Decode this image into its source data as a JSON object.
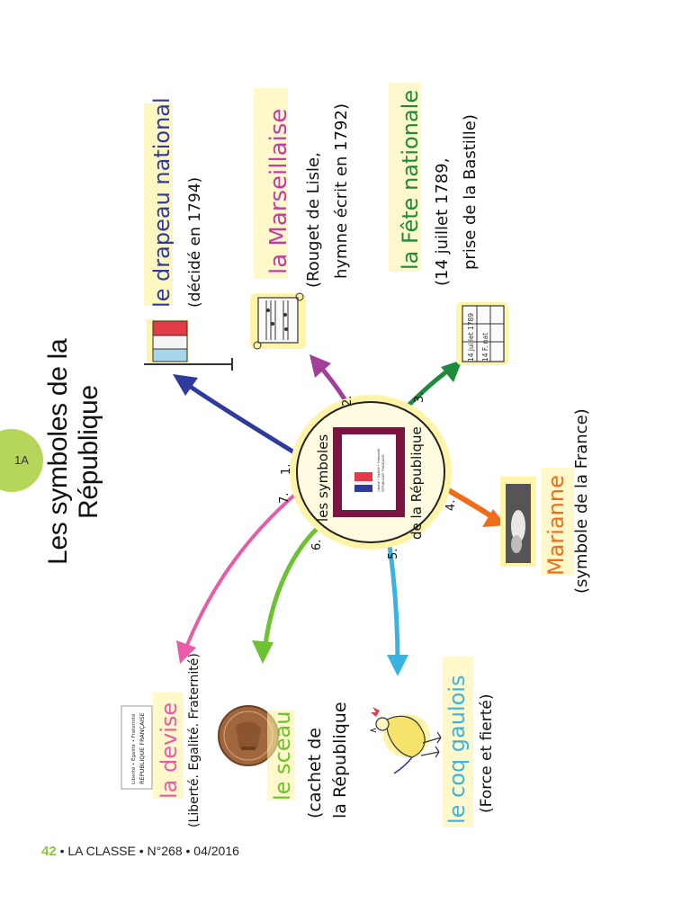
{
  "page": {
    "title": "Les symboles de la République",
    "section_tab": "1A",
    "footer": {
      "page_number": "42",
      "text": " • LA CLASSE • N°268 • 04/2016"
    }
  },
  "center": {
    "line1": "les symboles",
    "line2": "de la République"
  },
  "flag_mini": {
    "line1": "Liberté • Égalité • Fraternité",
    "line2": "RÉPUBLIQUE FRANÇAISE"
  },
  "devise_card": {
    "line1": "Liberté • Égalité • Fraternité",
    "line2": "RÉPUBLIQUE FRANÇAISE"
  },
  "calendar": {
    "line1": "14 juillet 1789",
    "line2": "14 F. nat"
  },
  "branches": [
    {
      "number": "1.",
      "title": "le drapeau national",
      "detail_1": "(décidé en 1794)",
      "detail_2": "",
      "color": "#2e3a9e"
    },
    {
      "number": "2.",
      "title": "la Marseillaise",
      "detail_1": "(Rouget de Lisle,",
      "detail_2": "hymne écrit en 1792)",
      "color": "#a13f9a"
    },
    {
      "number": "3.",
      "title": "la Fête nationale",
      "detail_1": "(14 juillet 1789,",
      "detail_2": "prise de la Bastille)",
      "color": "#1e8a3e"
    },
    {
      "number": "4.",
      "title": "Marianne",
      "detail_1": "(symbole de la France)",
      "detail_2": "",
      "color": "#ef6c1a"
    },
    {
      "number": "5.",
      "title": "le coq gaulois",
      "detail_1": "(Force et fierté)",
      "detail_2": "",
      "color": "#3bb3e0"
    },
    {
      "number": "6.",
      "title": "le sceau",
      "detail_1": "(cachet de",
      "detail_2": "la République",
      "color": "#6cc231"
    },
    {
      "number": "7.",
      "title": "la devise",
      "detail_1": "(Liberté. Egalité. Fraternité)",
      "detail_2": "",
      "color": "#e75ba8"
    }
  ],
  "colors": {
    "highlight": "#fff4a8",
    "center_fill": "#fffbe0",
    "center_frame": "#7b1442",
    "flag_blue": "#a8d5e8",
    "flag_white": "#f4f4f4",
    "flag_red": "#e23b45",
    "coin": "#a0673e"
  },
  "icons": [
    "flag-icon",
    "score-sheet-icon",
    "calendar-icon",
    "marianne-bust-icon",
    "rooster-icon",
    "seal-coin-icon",
    "devise-card-icon"
  ]
}
